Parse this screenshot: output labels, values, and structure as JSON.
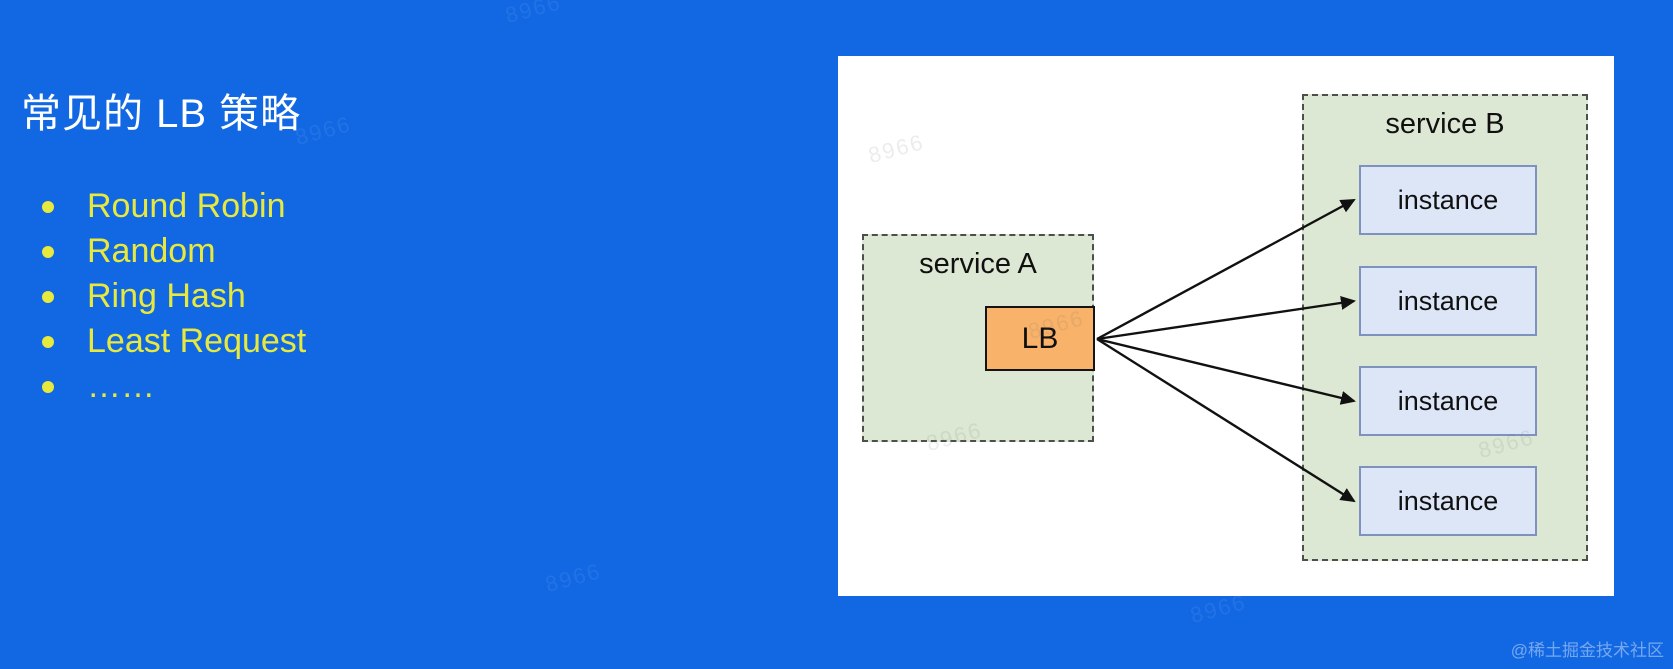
{
  "slide": {
    "title": "常见的 LB 策略",
    "bullets": [
      "Round Robin",
      "Random",
      "Ring Hash",
      "Least Request",
      "……"
    ]
  },
  "diagram": {
    "service_a": {
      "label": "service A",
      "lb_label": "LB"
    },
    "service_b": {
      "label": "service B",
      "instances": [
        "instance",
        "instance",
        "instance",
        "instance"
      ]
    }
  },
  "watermarks": {
    "corner": "@稀土掘金技术社区",
    "tile": "8966"
  },
  "colors": {
    "background": "#1268E3",
    "title_text": "#FFFFFF",
    "bullet_text": "#E7E93D",
    "panel": "#FFFFFF",
    "service_box_fill": "#DCE8D3",
    "service_box_border": "#4D4F4C",
    "lb_fill": "#F9B269",
    "lb_border": "#141414",
    "instance_fill": "#DCE6F7",
    "instance_border": "#7E92C0",
    "arrow": "#111111"
  }
}
